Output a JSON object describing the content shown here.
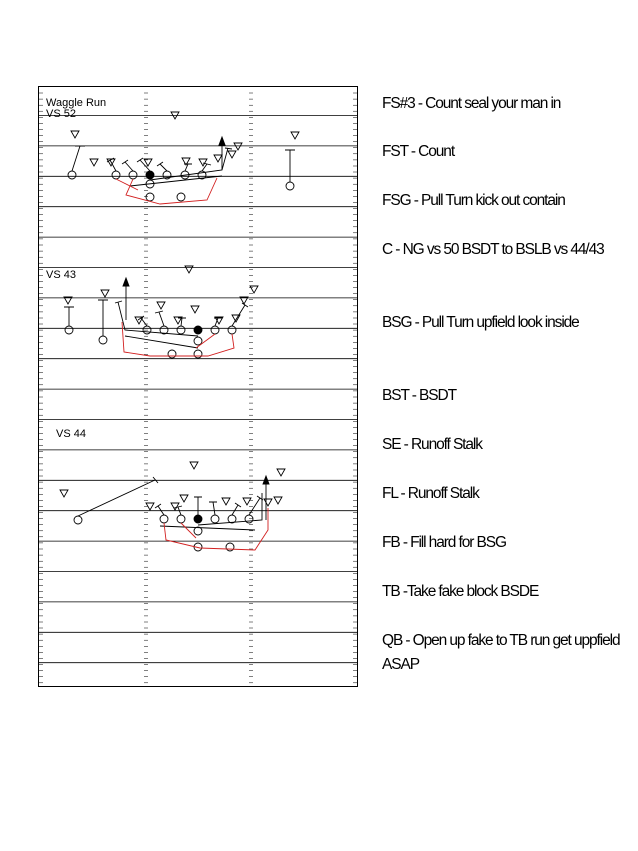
{
  "diagrams": {
    "first": {
      "title": "Waggle Run",
      "subtitle": "VS 52"
    },
    "second": {
      "title": "VS 43"
    },
    "third": {
      "title": "VS 44"
    }
  },
  "notes": [
    "FS#3 - Count seal your man in",
    "FST - Count",
    "FSG - Pull Turn kick out contain",
    "C - NG vs 50 BSDT to BSLB vs 44/43",
    "BSG - Pull Turn upfield look inside",
    "BST - BSDT",
    "SE - Runoff Stalk",
    "FL - Runoff Stalk",
    "FB - Fill hard for BSG",
    "TB -Take fake block BSDE",
    "QB - Open up fake to TB run get uppfield ASAP"
  ],
  "colors": {
    "route": "#d22020",
    "line": "#000000"
  }
}
